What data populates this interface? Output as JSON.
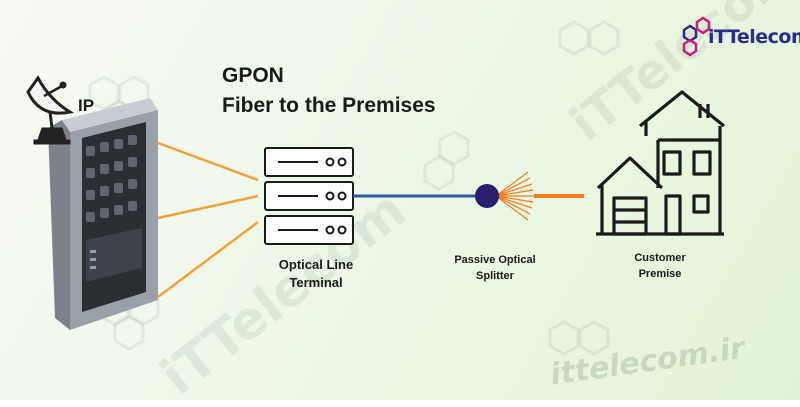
{
  "diagram": {
    "title_line1": "GPON",
    "title_line2": "Fiber to the Premises",
    "ip_label": "IP",
    "olt_label_line1": "Optical Line",
    "olt_label_line2": "Terminal",
    "splitter_label_line1": "Passive Optical",
    "splitter_label_line2": "Splitter",
    "customer_label_line1": "Customer",
    "customer_label_line2": "Premise"
  },
  "brand": {
    "logo_text": "iTTelecom",
    "watermark_text": "iTTelecom",
    "site_text": "ittelecom.ir",
    "logo_icon": "hexagon-cluster-icon",
    "brand_color": "#2b2b8f",
    "accent_color": "#d1187a"
  },
  "colors": {
    "copper_link": "#f0a23a",
    "fiber_link": "#2c5aa0",
    "drop_fiber": "#f07d1f"
  }
}
